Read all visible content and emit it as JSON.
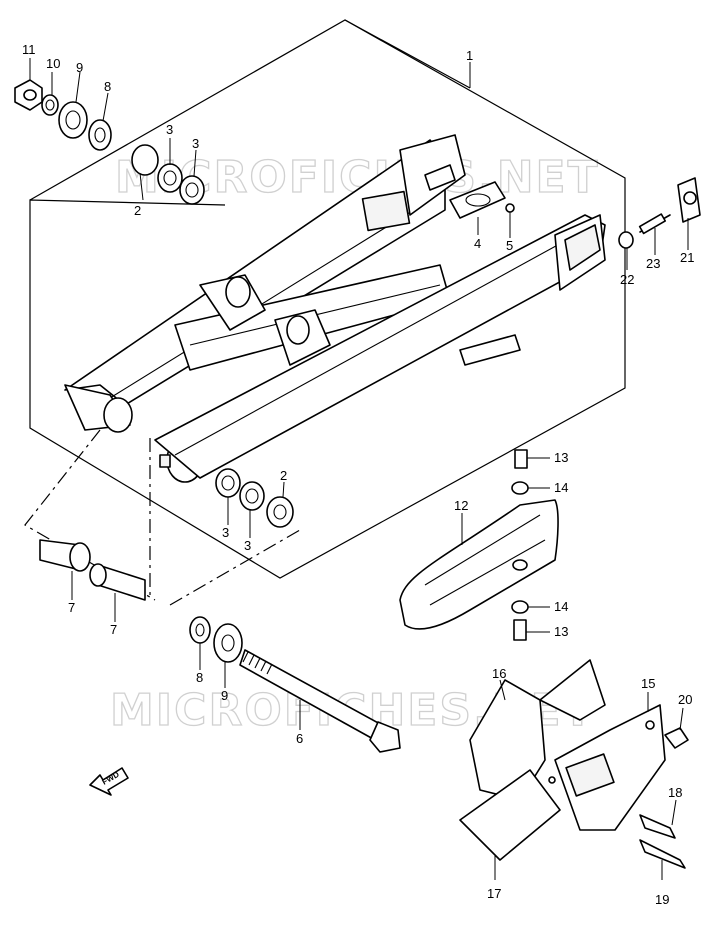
{
  "watermark": "MICROFICHES.NET",
  "fwd_label": "FWD",
  "callouts": {
    "c1": "1",
    "c2a": "2",
    "c2b": "2",
    "c3a": "3",
    "c3b": "3",
    "c3c": "3",
    "c3d": "3",
    "c4": "4",
    "c5": "5",
    "c6": "6",
    "c7a": "7",
    "c7b": "7",
    "c8a": "8",
    "c8b": "8",
    "c9a": "9",
    "c9b": "9",
    "c10": "10",
    "c11": "11",
    "c12": "12",
    "c13a": "13",
    "c13b": "13",
    "c14a": "14",
    "c14b": "14",
    "c15": "15",
    "c16": "16",
    "c17": "17",
    "c18": "18",
    "c19": "19",
    "c20": "20",
    "c21": "21",
    "c22": "22",
    "c23": "23"
  }
}
